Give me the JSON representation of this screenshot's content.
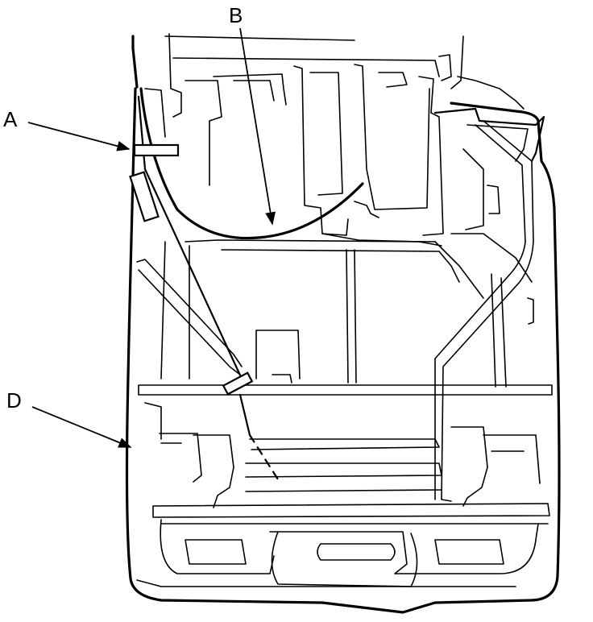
{
  "diagram": {
    "callouts": [
      {
        "id": "A",
        "label": "A"
      },
      {
        "id": "B",
        "label": "B"
      },
      {
        "id": "D",
        "label": "D"
      }
    ]
  }
}
